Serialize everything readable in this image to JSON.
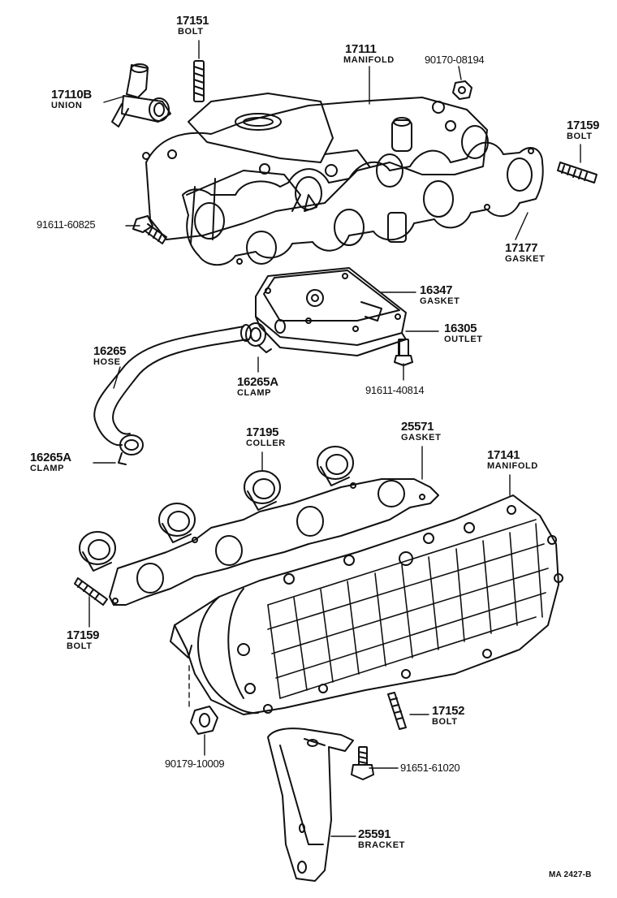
{
  "parts": [
    {
      "id": "17151",
      "number": "17151",
      "name": "BOLT"
    },
    {
      "id": "17111",
      "number": "17111",
      "name": "MANIFOLD"
    },
    {
      "id": "90170",
      "number": "90170-08194",
      "name": ""
    },
    {
      "id": "17110B",
      "number": "17110B",
      "name": "UNION"
    },
    {
      "id": "17159a",
      "number": "17159",
      "name": "BOLT"
    },
    {
      "id": "91611a",
      "number": "91611-60825",
      "name": ""
    },
    {
      "id": "17177",
      "number": "17177",
      "name": "GASKET"
    },
    {
      "id": "16347",
      "number": "16347",
      "name": "GASKET"
    },
    {
      "id": "16305",
      "number": "16305",
      "name": "OUTLET"
    },
    {
      "id": "16265",
      "number": "16265",
      "name": "HOSE"
    },
    {
      "id": "16265Aa",
      "number": "16265A",
      "name": "CLAMP"
    },
    {
      "id": "91611b",
      "number": "91611-40814",
      "name": ""
    },
    {
      "id": "17195",
      "number": "17195",
      "name": "COLLER"
    },
    {
      "id": "25571",
      "number": "25571",
      "name": "GASKET"
    },
    {
      "id": "16265Ab",
      "number": "16265A",
      "name": "CLAMP"
    },
    {
      "id": "17141",
      "number": "17141",
      "name": "MANIFOLD"
    },
    {
      "id": "17159b",
      "number": "17159",
      "name": "BOLT"
    },
    {
      "id": "17152",
      "number": "17152",
      "name": "BOLT"
    },
    {
      "id": "90179",
      "number": "90179-10009",
      "name": ""
    },
    {
      "id": "91651",
      "number": "91651-61020",
      "name": ""
    },
    {
      "id": "25591",
      "number": "25591",
      "name": "BRACKET"
    }
  ],
  "reference": "MA 2427-B"
}
